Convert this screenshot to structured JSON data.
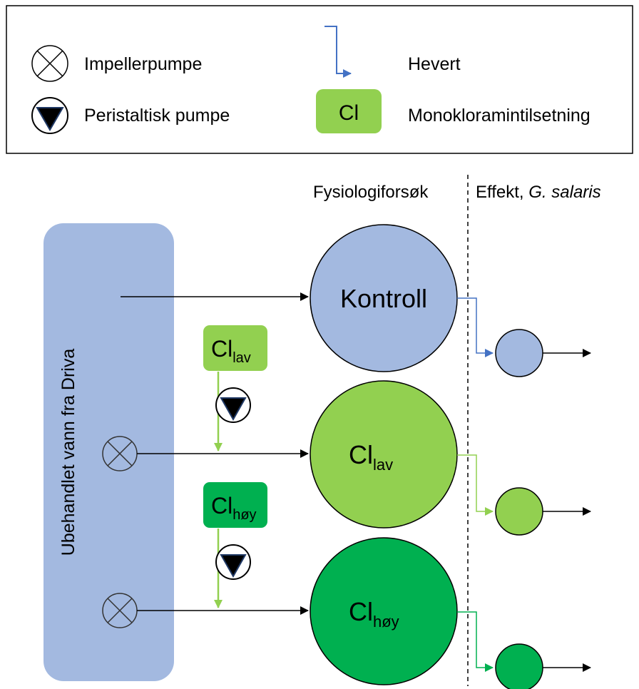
{
  "legend": {
    "impeller_label": "Impellerpumpe",
    "peristaltic_label": "Peristaltisk pumpe",
    "siphon_label": "Hevert",
    "cl_box_text": "Cl",
    "dosing_label": "Monokloramintilsetning"
  },
  "headers": {
    "physiology": "Fysiologiforsøk",
    "effect_prefix": "Effekt, ",
    "effect_species": "G. salaris"
  },
  "source": {
    "label": "Ubehandlet vann fra Driva"
  },
  "dosing_boxes": {
    "low": {
      "base": "Cl",
      "sub": "lav"
    },
    "high": {
      "base": "Cl",
      "sub": "høy"
    }
  },
  "tanks": {
    "control": "Kontroll",
    "low": {
      "base": "Cl",
      "sub": "lav"
    },
    "high": {
      "base": "Cl",
      "sub": "høy"
    }
  },
  "colors": {
    "source_fill": "#a3b9e0",
    "control_fill": "#a3b9e0",
    "low_fill": "#92d050",
    "high_fill": "#00b050",
    "siphon_blue": "#4472c4",
    "light_green_line": "#92d050",
    "dark_green_line": "#00b050"
  }
}
